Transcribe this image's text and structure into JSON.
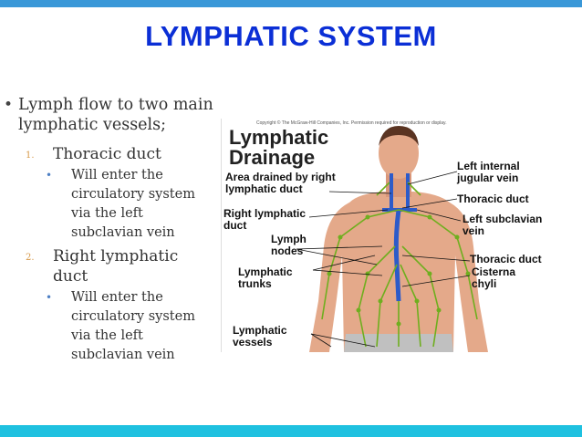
{
  "slide": {
    "title": "LYMPHATIC SYSTEM",
    "bullets": {
      "main": "Lymph flow to two main lymphatic vessels;",
      "items": [
        {
          "num": "1.",
          "label": "Thoracic duct",
          "sub": "Will enter the circulatory system via the left subclavian vein"
        },
        {
          "num": "2.",
          "label": "Right lymphatic duct",
          "sub": "Will enter the circulatory system via the left subclavian vein"
        }
      ]
    }
  },
  "figure": {
    "copyright": "Copyright © The McGraw-Hill Companies, Inc. Permission required for reproduction or display.",
    "title_line1": "Lymphatic",
    "title_line2": "Drainage",
    "labels": {
      "area_drained_1": "Area drained by right",
      "area_drained_2": "lymphatic duct",
      "right_lymphatic_1": "Right lymphatic",
      "right_lymphatic_2": "duct",
      "lymph_nodes_1": "Lymph",
      "lymph_nodes_2": "nodes",
      "lymphatic_trunks_1": "Lymphatic",
      "lymphatic_trunks_2": "trunks",
      "lymphatic_vessels_1": "Lymphatic",
      "lymphatic_vessels_2": "vessels",
      "left_jugular_1": "Left internal",
      "left_jugular_2": "jugular vein",
      "thoracic_duct_top": "Thoracic duct",
      "left_subclavian_1": "Left subclavian",
      "left_subclavian_2": "vein",
      "thoracic_duct_bottom": "Thoracic duct",
      "cisterna_1": "Cisterna",
      "cisterna_2": "chyli"
    }
  },
  "colors": {
    "title": "#0b2fd6",
    "top_bar": "#3a98d8",
    "bottom_bar": "#1fc1e0",
    "skin": "#e4a98a",
    "lymph": "#6fae1f",
    "duct": "#2d5bc9"
  }
}
